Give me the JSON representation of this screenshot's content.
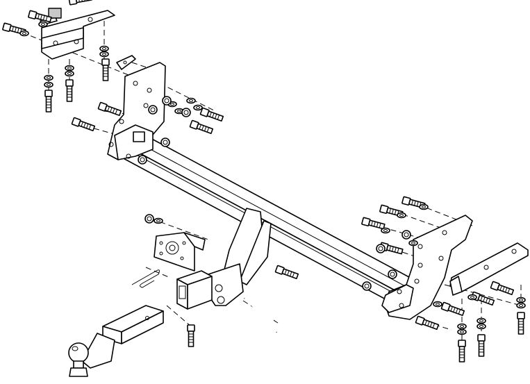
{
  "diagram": {
    "colors": {
      "line": "#000000",
      "fill": "#ffffff",
      "shade": "#c8c8c8"
    },
    "components": [
      "main-crossbar",
      "left-side-bracket",
      "right-side-bracket",
      "upper-left-extension-bracket",
      "lower-right-extension-bracket",
      "receiver-hitch",
      "ball-mount-drawbar",
      "tow-ball",
      "socket-plate-bracket",
      "hitch-pin-clip",
      "bent-tube",
      "bolts",
      "washers",
      "nuts"
    ]
  }
}
